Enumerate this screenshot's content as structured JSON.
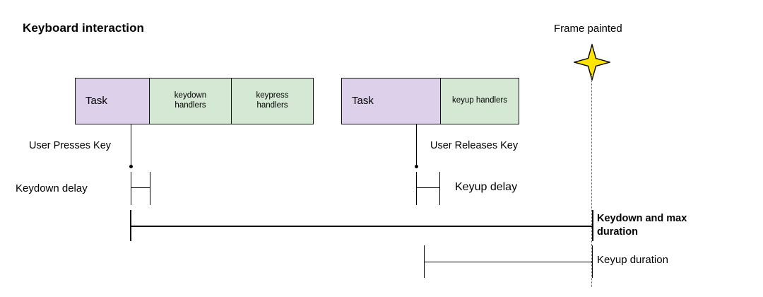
{
  "page": {
    "title": "Keyboard interaction"
  },
  "timeline": {
    "blocks": [
      {
        "id": "task1",
        "label": "Task",
        "kind": "task",
        "color": "#dcd0ea"
      },
      {
        "id": "keydown-h",
        "label": "keydown\nhandlers",
        "kind": "handler",
        "color": "#d5e8d4"
      },
      {
        "id": "keypress-h",
        "label": "keypress\nhandlers",
        "kind": "handler",
        "color": "#d5e8d4"
      },
      {
        "id": "task2",
        "label": "Task",
        "kind": "task",
        "color": "#dcd0ea"
      },
      {
        "id": "keyup-h",
        "label": "keyup handlers",
        "kind": "handler",
        "color": "#d5e8d4"
      }
    ],
    "block_labels": {
      "task1": "Task",
      "keydown_handlers_line1": "keydown",
      "keydown_handlers_line2": "handlers",
      "keypress_handlers_line1": "keypress",
      "keypress_handlers_line2": "handlers",
      "task2": "Task",
      "keyup_handlers": "keyup handlers"
    }
  },
  "markers": {
    "frame_painted": "Frame painted",
    "star_icon": "four-point-star-icon",
    "star_fill": "#ffe600",
    "star_stroke": "#000000"
  },
  "events": {
    "user_presses_key": "User Presses Key",
    "user_releases_key": "User Releases Key"
  },
  "measures": [
    {
      "id": "keydown-delay",
      "label": "Keydown delay",
      "bold": false
    },
    {
      "id": "keyup-delay",
      "label": "Keyup delay",
      "bold": false
    },
    {
      "id": "keydown-max-duration",
      "label": "Keydown and max duration",
      "bold": true
    },
    {
      "id": "keyup-duration",
      "label": "Keyup duration",
      "bold": false
    }
  ],
  "measure_labels": {
    "keydown_delay": "Keydown delay",
    "keyup_delay": "Keyup delay",
    "keydown_max_duration": "Keydown and max duration",
    "keyup_duration": "Keyup duration"
  },
  "colors": {
    "task_fill": "#dcd0ea",
    "handler_fill": "#d5e8d4",
    "stroke": "#000000",
    "star_fill": "#ffe600",
    "dotted_line": "#555555",
    "background": "#ffffff"
  }
}
